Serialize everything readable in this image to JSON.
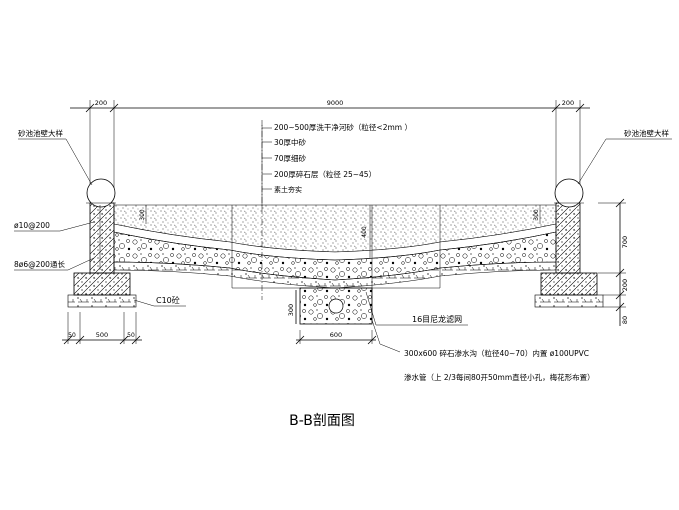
{
  "title": "B-B剖面图",
  "dimensions": {
    "left_wall": "200",
    "span": "9000",
    "right_wall": "200",
    "depth_300_left": "300",
    "depth_400": "400",
    "depth_300_right": "300",
    "right_700": "700",
    "right_200": "200",
    "right_80": "80",
    "trench_300": "300",
    "trench_600": "600",
    "left_50a": "50",
    "left_500": "500",
    "left_50b": "50"
  },
  "layers": [
    "200~500厚洗干净河砂（粒径<2mm ）",
    "30厚中砂",
    "70厚细砂",
    "200厚碎石层（粒径 25~45）",
    "素土夯实"
  ],
  "labels": {
    "wall_detail_left": "砂池池壁大样",
    "wall_detail_right": "砂池池壁大样",
    "rebar_main": "ø10@200",
    "rebar_dist": "8ø6@200通长",
    "concrete": "C10砼",
    "filter_mesh": "16目尼龙滤网",
    "trench": "300x600 碎石渗水沟（粒径40~70）内置 ø100UPVC",
    "pipe_note": "渗水管（上 2/3每间80开50mm直径小孔，梅花形布置）"
  },
  "colors": {
    "line": "#000000",
    "background": "#ffffff"
  }
}
